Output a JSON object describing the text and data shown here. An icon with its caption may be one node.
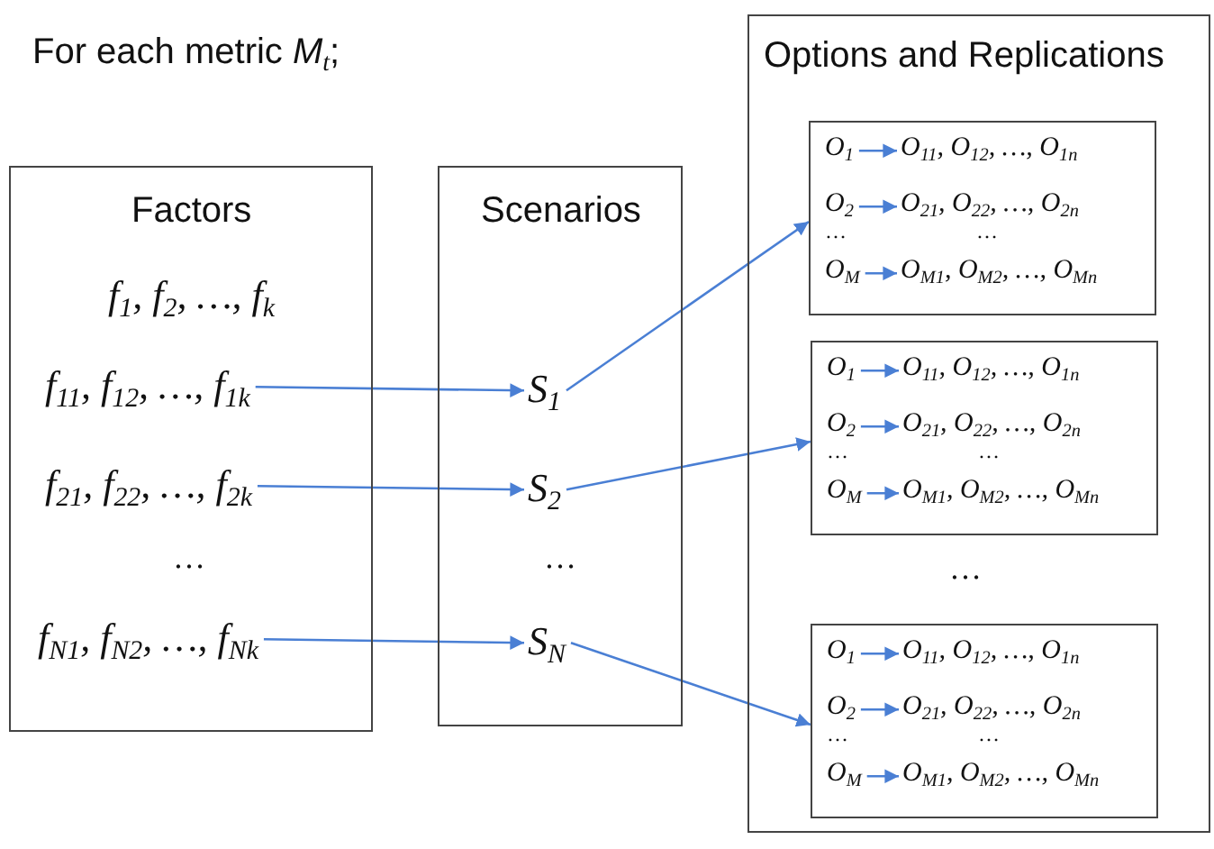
{
  "diagram": {
    "title": "For each metric *M*$_{t}$;",
    "nodes": [
      {
        "text": [
          "Factors",
          "f$_{1}$, f$_{2}$, …, f$_{k}$"
        ]
      },
      {
        "text": [
          "f$_{11}$, f$_{12}$, …, f$_{1k}$"
        ],
        "in": 0
      },
      {
        "text": [
          "f$_{21}$, f$_{22}$, …, f$_{2k}$"
        ],
        "in": 0
      },
      {
        "text": [
          "f$_{N1}$, f$_{N2}$, …, f$_{Nk}$"
        ],
        "in": 0
      },
      {
        "text": [
          "Scenarios"
        ]
      },
      {
        "text": [
          "S$_{1}$"
        ],
        "in": 4
      },
      {
        "text": [
          "S$_{2}$"
        ],
        "in": 4
      },
      {
        "text": [
          "S$_{N}$"
        ],
        "in": 4
      },
      {
        "text": [
          "Options and Replications"
        ]
      },
      {
        "text": [],
        "shape": "box",
        "in": 8
      },
      {
        "text": [
          "O$_{1}$"
        ],
        "in": 9
      },
      {
        "text": [
          "O$_{11}$, O$_{12}$, …, O$_{1n}$"
        ],
        "in": 9
      },
      {
        "text": [
          "O$_{2}$"
        ],
        "in": 9
      },
      {
        "text": [
          "O$_{21}$, O$_{22}$, …, O$_{2n}$"
        ],
        "in": 9
      },
      {
        "text": [
          "O$_{M}$"
        ],
        "in": 9
      },
      {
        "text": [
          "O$_{M1}$, O$_{M2}$, …, O$_{Mn}$"
        ],
        "in": 9
      },
      {
        "text": [],
        "shape": "box",
        "in": 8
      },
      {
        "text": [
          "O$_{1}$"
        ],
        "in": 16
      },
      {
        "text": [
          "O$_{11}$, O$_{12}$, …, O$_{1n}$"
        ],
        "in": 16
      },
      {
        "text": [
          "O$_{2}$"
        ],
        "in": 16
      },
      {
        "text": [
          "O$_{21}$, O$_{22}$, …, O$_{2n}$"
        ],
        "in": 16
      },
      {
        "text": [
          "O$_{M}$"
        ],
        "in": 16
      },
      {
        "text": [
          "O$_{M1}$, O$_{M2}$, …, O$_{Mn}$"
        ],
        "in": 16
      },
      {
        "text": [],
        "shape": "box",
        "in": 8
      },
      {
        "text": [
          "O$_{1}$"
        ],
        "in": 23
      },
      {
        "text": [
          "O$_{11}$, O$_{12}$, …, O$_{1n}$"
        ],
        "in": 23
      },
      {
        "text": [
          "O$_{2}$"
        ],
        "in": 23
      },
      {
        "text": [
          "O$_{21}$, O$_{22}$, …, O$_{2n}$"
        ],
        "in": 23
      },
      {
        "text": [
          "O$_{M}$"
        ],
        "in": 23
      },
      {
        "text": [
          "O$_{M1}$, O$_{M2}$, …, O$_{Mn}$"
        ],
        "in": 23
      }
    ],
    "edges": [
      {
        "from": 1,
        "to": 5,
        "arrow": "to"
      },
      {
        "from": 2,
        "to": 6,
        "arrow": "to"
      },
      {
        "from": 3,
        "to": 7,
        "arrow": "to"
      },
      {
        "from": 5,
        "to": 9,
        "arrow": "to"
      },
      {
        "from": 6,
        "to": 16,
        "arrow": "to"
      },
      {
        "from": 7,
        "to": 23,
        "arrow": "to"
      },
      {
        "from": 10,
        "to": 11,
        "arrow": "to"
      },
      {
        "from": 12,
        "to": 13,
        "arrow": "to"
      },
      {
        "from": 14,
        "to": 15,
        "arrow": "to"
      },
      {
        "from": 17,
        "to": 18,
        "arrow": "to"
      },
      {
        "from": 19,
        "to": 20,
        "arrow": "to"
      },
      {
        "from": 21,
        "to": 22,
        "arrow": "to"
      },
      {
        "from": 24,
        "to": 25,
        "arrow": "to"
      },
      {
        "from": 26,
        "to": 27,
        "arrow": "to"
      },
      {
        "from": 28,
        "to": 29,
        "arrow": "to"
      }
    ],
    "labels": [
      "…",
      "…",
      "…",
      "…",
      "…",
      "…",
      "…",
      "…",
      "…"
    ]
  }
}
